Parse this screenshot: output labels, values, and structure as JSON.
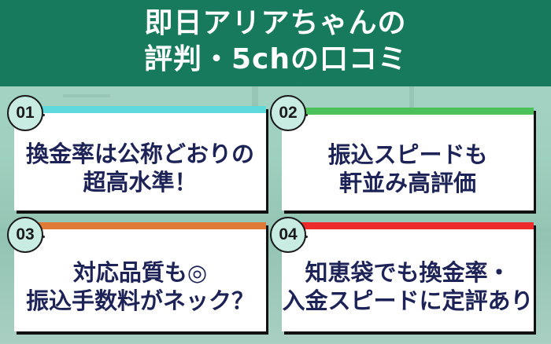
{
  "header": {
    "title_line1": "即日アリアちゃんの",
    "title_line2": "評判・5chの口コミ",
    "bg_color": "#187a5c"
  },
  "cards": [
    {
      "number": "01",
      "line1": "換金率は公称どおりの",
      "line2": "超高水準！",
      "accent": "#5fd9dc"
    },
    {
      "number": "02",
      "line1": "振込スピードも",
      "line2": "軒並み高評価",
      "accent": "#4cc159"
    },
    {
      "number": "03",
      "line1": "対応品質も◎",
      "line2": "振込手数料がネック？",
      "accent": "#e07a37"
    },
    {
      "number": "04",
      "line1": "知恵袋でも換金率・",
      "line2": "入金スピードに定評あり",
      "accent": "#ee2b2b"
    }
  ]
}
